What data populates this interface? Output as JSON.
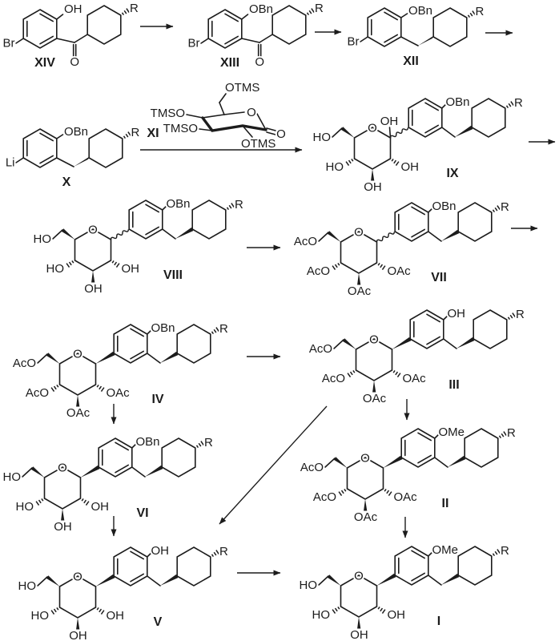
{
  "colors": {
    "ink": "#1c1c1c",
    "background": "#ffffff"
  },
  "compounds": {
    "xiv": {
      "label": "XIV",
      "halide": "Br",
      "aryl_top": "OH",
      "ketone_o": "O",
      "r_group": "R"
    },
    "xiii": {
      "label": "XIII",
      "halide": "Br",
      "aryl_top": "OBn",
      "ketone_o": "O",
      "r_group": "R"
    },
    "xii": {
      "label": "XII",
      "halide": "Br",
      "aryl_top": "OBn",
      "r_group": "R"
    },
    "x": {
      "label": "X",
      "metal": "Li",
      "aryl_top": "OBn",
      "r_group": "R"
    },
    "xi": {
      "label": "XI",
      "otms_top": "OTMS",
      "tmso_upper": "TMSO",
      "tmso_lower": "TMSO",
      "otms_bottom": "OTMS",
      "ring_o": "O",
      "lactone_o": "O"
    },
    "ix": {
      "label": "IX",
      "ring_o": "O",
      "c6": "HO",
      "c4": "HO",
      "c3": "OH",
      "c2": "OH",
      "anomeric_oh": "OH",
      "aryl_top": "OBn",
      "r_group": "R"
    },
    "viii": {
      "label": "VIII",
      "ring_o": "O",
      "c6": "HO",
      "c4": "HO",
      "c3": "OH",
      "c2": "OH",
      "aryl_top": "OBn",
      "r_group": "R"
    },
    "vii": {
      "label": "VII",
      "ring_o": "O",
      "c6": "AcO",
      "c4": "AcO",
      "c3": "OAc",
      "c2": "OAc",
      "aryl_top": "OBn",
      "r_group": "R"
    },
    "iv": {
      "label": "IV",
      "ring_o": "O",
      "c6": "AcO",
      "c4": "AcO",
      "c3": "OAc",
      "c2": "OAc",
      "aryl_top": "OBn",
      "r_group": "R"
    },
    "iii": {
      "label": "III",
      "ring_o": "O",
      "c6": "AcO",
      "c4": "AcO",
      "c3": "OAc",
      "c2": "OAc",
      "aryl_top": "OH",
      "r_group": "R"
    },
    "vi": {
      "label": "VI",
      "ring_o": "O",
      "c6": "HO",
      "c4": "HO",
      "c3": "OH",
      "c2": "OH",
      "aryl_top": "OBn",
      "r_group": "R"
    },
    "ii": {
      "label": "II",
      "ring_o": "O",
      "c6": "AcO",
      "c4": "AcO",
      "c3": "OAc",
      "c2": "OAc",
      "aryl_top": "OMe",
      "r_group": "R"
    },
    "v": {
      "label": "V",
      "ring_o": "O",
      "c6": "HO",
      "c4": "HO",
      "c3": "OH",
      "c2": "OH",
      "aryl_top": "OH",
      "r_group": "R"
    },
    "i": {
      "label": "I",
      "ring_o": "O",
      "c6": "HO",
      "c4": "HO",
      "c3": "OH",
      "c2": "OH",
      "aryl_top": "OMe",
      "r_group": "R"
    }
  }
}
